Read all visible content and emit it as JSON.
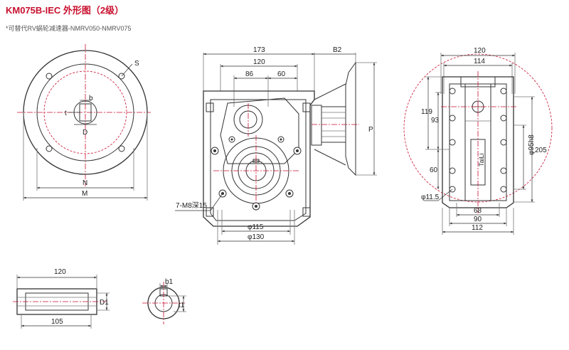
{
  "header": {
    "title": "KM075B-IEC 外形图（2级）",
    "subtitle": "*可替代RV蜗轮减速器-NMRV050-NMRV075"
  },
  "front_view": {
    "S": "S",
    "b": "b",
    "t": "t",
    "D": "D",
    "N": "N",
    "M": "M"
  },
  "main_view": {
    "d173": "173",
    "dB2": "B2",
    "d120": "120",
    "d86": "86",
    "d60": "60",
    "dP": "P",
    "d115": "φ115",
    "d130": "φ130",
    "bolts": "7-M8深15"
  },
  "side_view": {
    "d120": "120",
    "d114": "114",
    "d119": "119",
    "d93": "93",
    "d60": "60",
    "d205": "205",
    "d95": "φ95h8",
    "d11": "φ11.5",
    "d68": "68",
    "d90": "90",
    "d112": "112",
    "nameplate": "TaiLi"
  },
  "shaft_view": {
    "d120": "120",
    "d105": "105",
    "dD1": "D1"
  },
  "key_view": {
    "b1": "b1",
    "t1": "t1"
  }
}
